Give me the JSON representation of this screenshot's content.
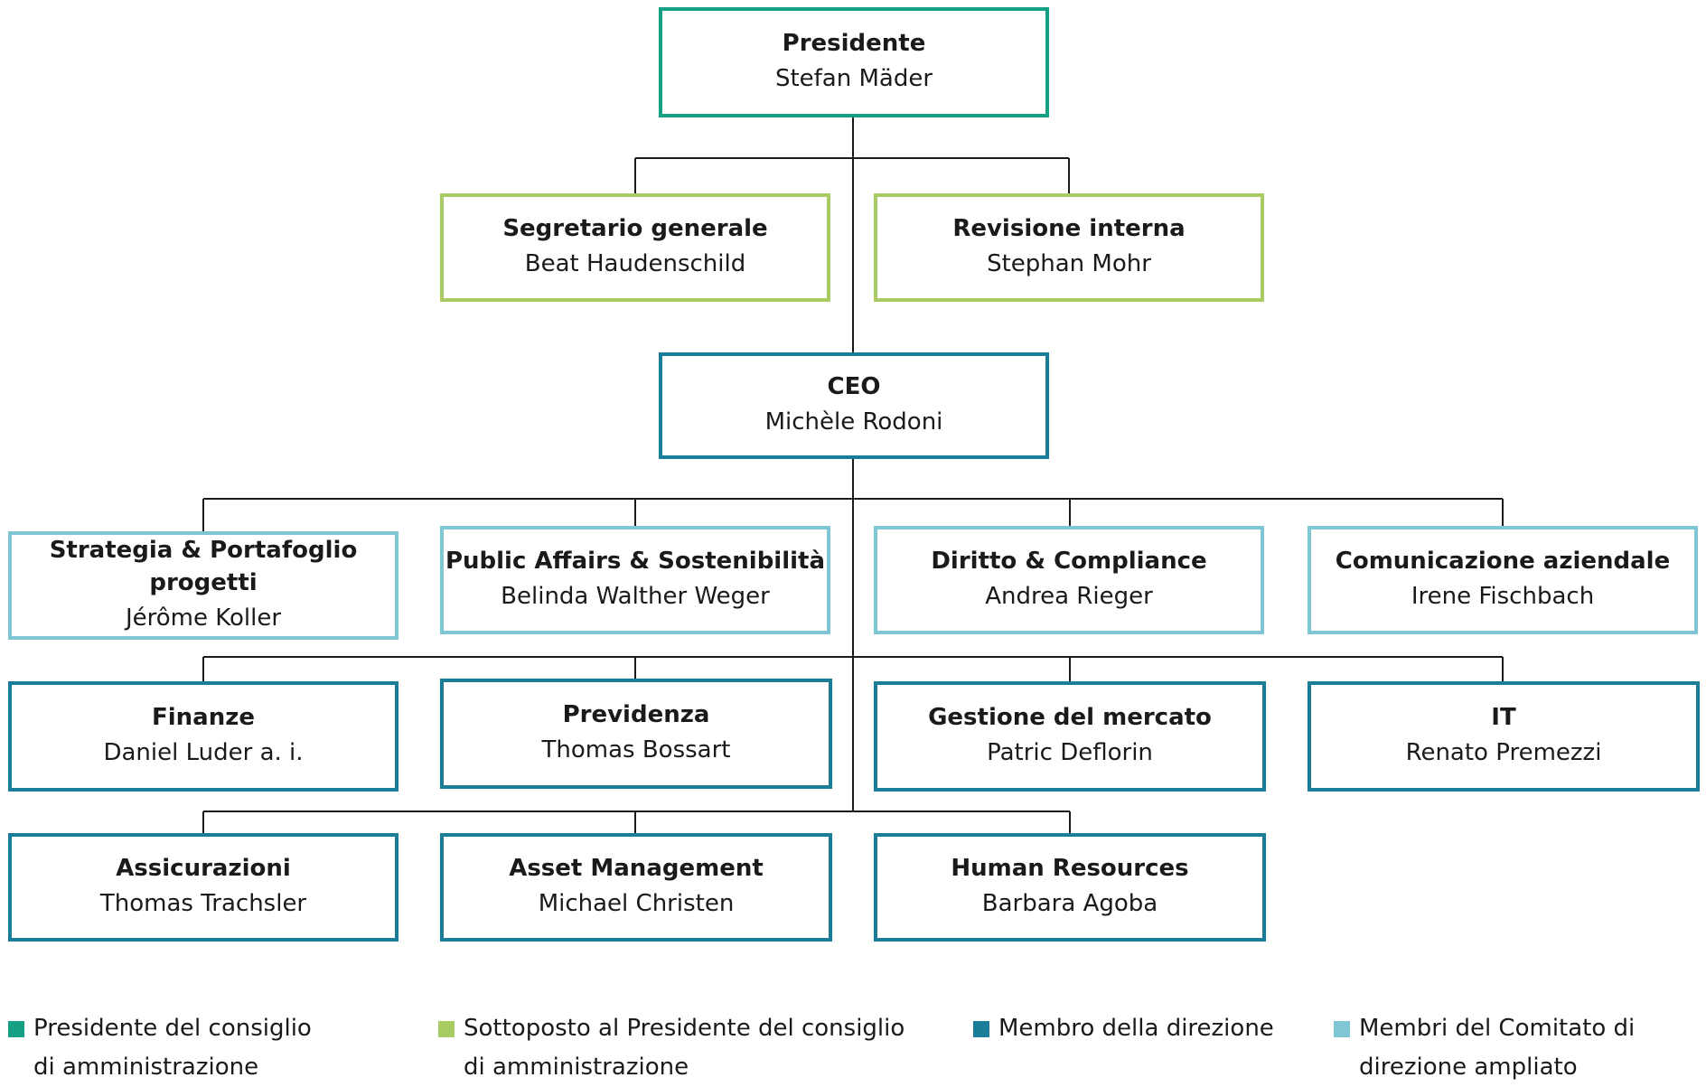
{
  "colors": {
    "president": "#16a083",
    "sub_president": "#a9cc62",
    "member": "#1b7e99",
    "extended": "#7ec6d4",
    "line": "#1a1a1a"
  },
  "nodes": [
    {
      "id": "presidente",
      "role": "Presidente",
      "person": "Stefan Mäder",
      "category": "president"
    },
    {
      "id": "segretario",
      "role": "Segretario generale",
      "person": "Beat Haudenschild",
      "category": "sub_president"
    },
    {
      "id": "revisione",
      "role": "Revisione interna",
      "person": "Stephan Mohr",
      "category": "sub_president"
    },
    {
      "id": "ceo",
      "role": "CEO",
      "person": "Michèle Rodoni",
      "category": "member"
    },
    {
      "id": "strategia",
      "role": "Strategia & Portafoglio progetti",
      "person": "Jérôme Koller",
      "category": "extended"
    },
    {
      "id": "public-affairs",
      "role": "Public Affairs & Sostenibilità",
      "person": "Belinda Walther Weger",
      "category": "extended"
    },
    {
      "id": "diritto",
      "role": "Diritto & Compliance",
      "person": "Andrea Rieger",
      "category": "extended"
    },
    {
      "id": "comunicazione",
      "role": "Comunicazione aziendale",
      "person": "Irene Fischbach",
      "category": "extended"
    },
    {
      "id": "finanze",
      "role": "Finanze",
      "person": "Daniel Luder a. i.",
      "category": "member"
    },
    {
      "id": "previdenza",
      "role": "Previdenza",
      "person": "Thomas Bossart",
      "category": "member"
    },
    {
      "id": "gestione-mercato",
      "role": "Gestione del mercato",
      "person": "Patric Deflorin",
      "category": "member"
    },
    {
      "id": "it",
      "role": "IT",
      "person": "Renato Premezzi",
      "category": "member"
    },
    {
      "id": "assicurazioni",
      "role": "Assicurazioni",
      "person": "Thomas Trachsler",
      "category": "member"
    },
    {
      "id": "asset-management",
      "role": "Asset Management",
      "person": "Michael Christen",
      "category": "member"
    },
    {
      "id": "human-resources",
      "role": "Human Resources",
      "person": "Barbara Agoba",
      "category": "member"
    }
  ],
  "legend": [
    {
      "label": "Presidente del consiglio di amministrazione",
      "color": "#16a083"
    },
    {
      "label": "Sottoposto al Presidente del consiglio di amministrazione",
      "color": "#a9cc62"
    },
    {
      "label": "Membro della direzione",
      "color": "#1b7e99"
    },
    {
      "label": "Membri del Comitato di direzione ampliato",
      "color": "#7ec6d4"
    }
  ]
}
